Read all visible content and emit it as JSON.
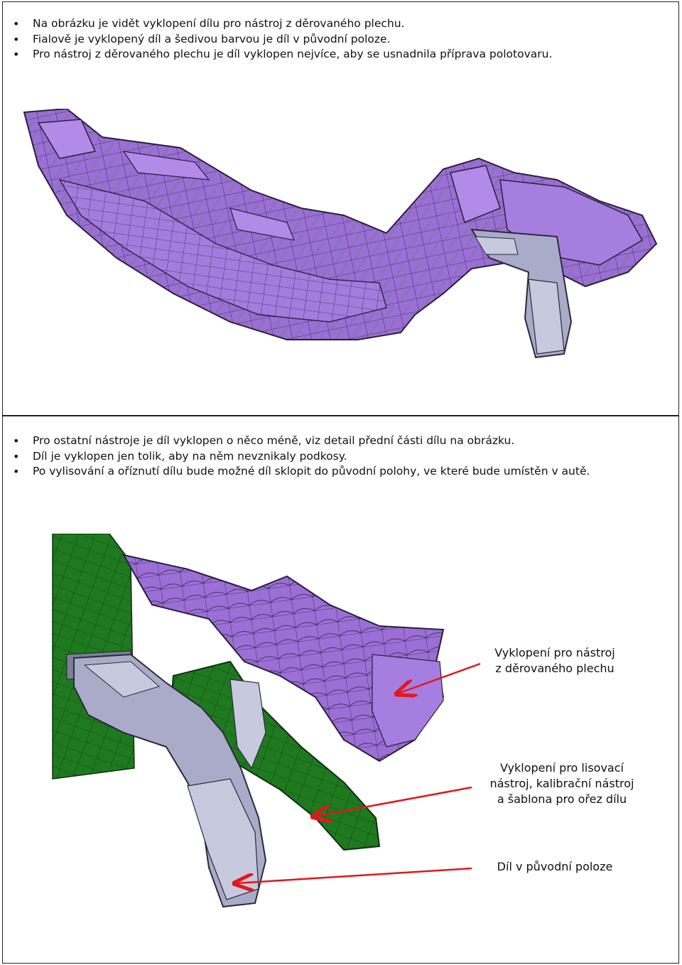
{
  "top_section": {
    "bullets": [
      "Na obrázku je vidět vyklopení dílu pro nástroj z děrovaného plechu.",
      "Fialově je vyklopený díl a šedivou barvou je díl v původní poloze.",
      "Pro nástroj z děrovaného plechu je díl vyklopen nejvíce, aby se usnadnila příprava polotovaru."
    ]
  },
  "bottom_section": {
    "bullets": [
      "Pro ostatní nástroje je díl vyklopen o něco méně, viz detail přední části dílu na obrázku.",
      "Díl je vyklopen jen tolik, aby na něm nevznikaly podkosy.",
      "Po vylisování a oříznutí dílu bude možné díl sklopit do původní polohy, ve které bude umístěn v autě."
    ],
    "callouts": {
      "perforated": [
        "Vyklopení pro nástroj",
        "z děrovaného plechu"
      ],
      "press": [
        "Vyklopení pro lisovací",
        "nástroj, kalibrační nástroj",
        "a šablona pro ořez dílu"
      ],
      "original": [
        "Díl v původní poloze"
      ]
    }
  },
  "colors": {
    "tilted_part": "#9b6fd6",
    "original_part": "#a9abc9",
    "press_tilt": "#1f7a1f",
    "arrow": "#e0181c",
    "mesh_lines": "#2a1f3d"
  }
}
